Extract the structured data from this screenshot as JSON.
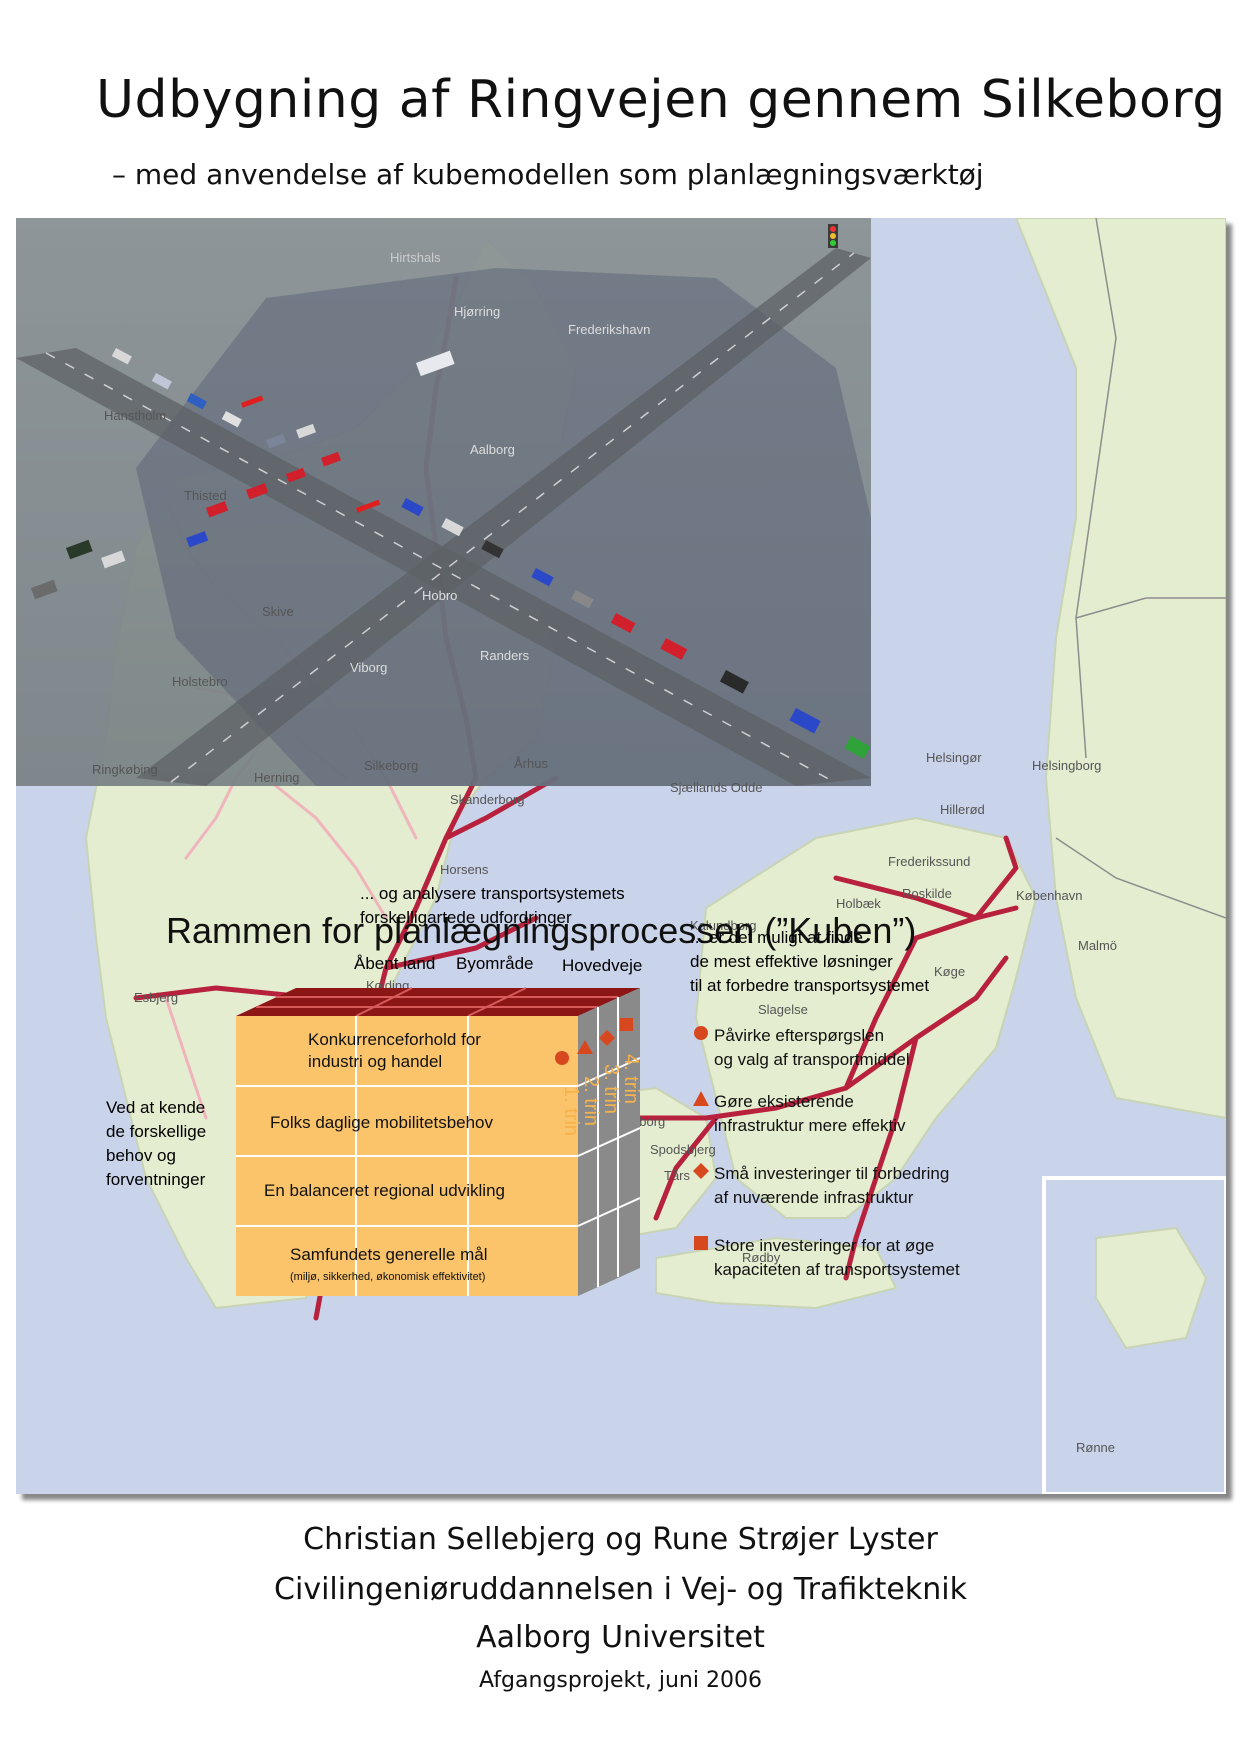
{
  "header": {
    "title": "Udbygning af Ringvejen gennem Silkeborg",
    "subtitle": "– med anvendelse af kubemodellen som planlægningsværktøj"
  },
  "map": {
    "labels": {
      "hirtshals": "Hirtshals",
      "hjorring": "Hjørring",
      "frederikshavn": "Frederikshavn",
      "hanstholm": "Hanstholm",
      "aalborg": "Aalborg",
      "thisted": "Thisted",
      "skive": "Skive",
      "hobro": "Hobro",
      "randers": "Randers",
      "viborg": "Viborg",
      "holstebro": "Holstebro",
      "ringkobing": "Ringkøbing",
      "herning": "Herning",
      "silkeborg": "Silkeborg",
      "aarhus": "Århus",
      "skanderborg": "Skanderborg",
      "sjaellands_odde": "Sjællands Odde",
      "helsingor": "Helsingør",
      "helsingborg": "Helsingborg",
      "hillerod": "Hillerød",
      "frederikssund": "Frederikssund",
      "horsens": "Horsens",
      "roskilde": "Roskilde",
      "kobenhavn": "København",
      "holbaek": "Holbæk",
      "kalundborg": "Kalundborg",
      "malmo": "Malmö",
      "koge": "Køge",
      "esbjerg": "Esbjerg",
      "kolding": "Kolding",
      "slagelse": "Slagelse",
      "svendborg": "dborg",
      "spodsbjerg": "Spodsbjerg",
      "tars": "Tårs",
      "nakskov": "Rødby",
      "ronne": "Rønne"
    }
  },
  "framework": {
    "title": "Rammen for planlægningsprocessen (”Kuben”)",
    "analyse_text_1": "... og analysere transportsystemets",
    "analyse_text_2": "forskelligartede udfordringer",
    "solution_text_1": "... er det muligt at finde",
    "solution_text_2": "de mest effektive løsninger",
    "solution_text_3": "til at forbedre transportsystemet",
    "knowing_text_1": "Ved at kende",
    "knowing_text_2": "de forskellige",
    "knowing_text_3": "behov og",
    "knowing_text_4": "forventninger",
    "top_labels": [
      "Åbent land",
      "Byområde",
      "Hovedveje"
    ],
    "rows": [
      {
        "line1": "Konkurrenceforhold for",
        "line2": "industri og handel"
      },
      {
        "line1": "Folks daglige mobilitetsbehov"
      },
      {
        "line1": "En balanceret regional udvikling"
      },
      {
        "line1": "Samfundets generelle mål",
        "line2": "(miljø, sikkerhed, økonomisk effektivitet)"
      }
    ],
    "side_labels": [
      "1. trin",
      "2. trin",
      "3. trin",
      "4. trin"
    ],
    "legend": [
      {
        "icon": "circle-icon",
        "line1": "Påvirke efterspørgslen",
        "line2": "og valg af transportmiddel"
      },
      {
        "icon": "triangle-icon",
        "line1": "Gøre eksisterende",
        "line2": "infrastruktur mere effektiv"
      },
      {
        "icon": "diamond-icon",
        "line1": "Små investeringer til forbedring",
        "line2": "af nuværende infrastruktur"
      },
      {
        "icon": "square-icon",
        "line1": "Store investeringer for at øge",
        "line2": "kapaciteten af transportsystemet"
      }
    ],
    "colors": {
      "cube_front": "#fbc46a",
      "cube_top": "#8c1515",
      "cube_side": "#8a8a8a",
      "marker": "#d8481e",
      "road": "#b8213d",
      "land": "#e6eed4",
      "water": "#c9d3ea"
    }
  },
  "footer": {
    "authors": "Christian Sellebjerg og Rune Strøjer Lyster",
    "program": "Civilingeniøruddannelsen i Vej- og Trafikteknik",
    "university": "Aalborg Universitet",
    "project": "Afgangsprojekt, juni 2006"
  }
}
